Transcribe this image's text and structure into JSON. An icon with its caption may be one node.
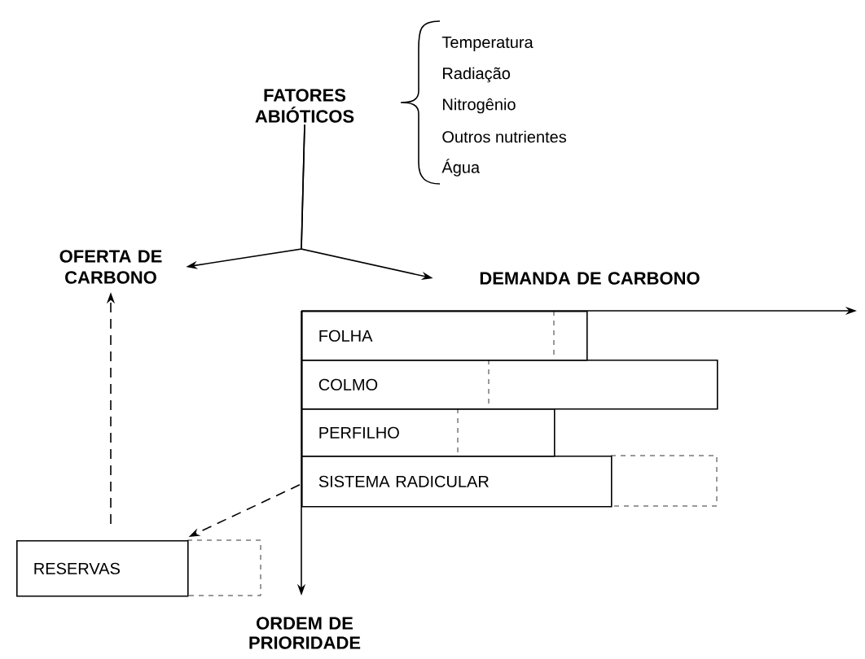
{
  "diagram": {
    "nodes": [
      {
        "text": [
          "FATORES ABIÓTICOS"
        ]
      },
      {
        "text": [
          "OFERTA DE CARBONO"
        ]
      },
      {
        "text": [
          "DEMANDA DE CARBONO"
        ]
      },
      {
        "text": [
          "FOLHA"
        ]
      },
      {
        "text": [
          "COLMO"
        ]
      },
      {
        "text": [
          "PERFILHO"
        ]
      },
      {
        "text": [
          "SISTEMA RADICULAR"
        ]
      },
      {
        "text": [
          "RESERVAS"
        ]
      }
    ],
    "edges": [
      {
        "from": 0,
        "to": 1,
        "arrow": "to"
      },
      {
        "from": 0,
        "to": 2,
        "arrow": "to"
      },
      {
        "from": 6,
        "to": 7,
        "arrow": "to",
        "style": "dashed"
      },
      {
        "from": 7,
        "to": 1,
        "arrow": "to",
        "style": "dashed"
      }
    ],
    "labels": [
      "Temperatura",
      "Radiação",
      "Nitrogênio",
      "Outros nutrientes",
      "Água",
      "ORDEM DE PRIORIDADE"
    ]
  }
}
